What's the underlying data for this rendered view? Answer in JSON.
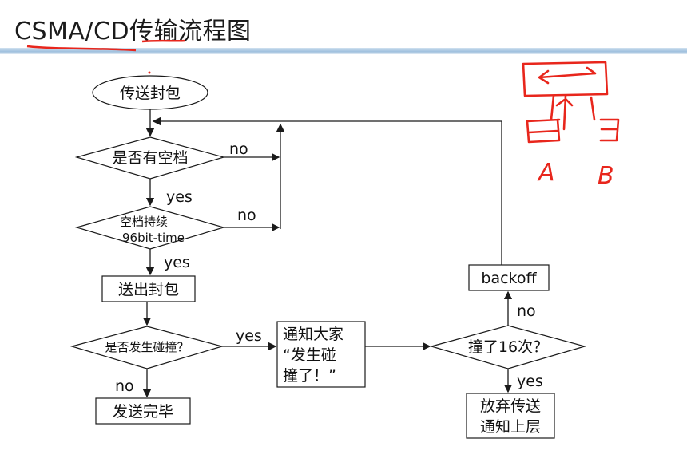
{
  "title": "CSMA/CD传输流程图",
  "colors": {
    "line": "#1a1a1a",
    "annotation_red": "#e8261c",
    "title_bar": "#9fc0de"
  },
  "nodes": {
    "start": "传送封包",
    "idle_check": "是否有空档",
    "idle_96_line1": "空档持续",
    "idle_96_line2": "96bit-time",
    "send": "送出封包",
    "collision_check": "是否发生碰撞？",
    "done": "发送完毕",
    "notify_line1": "通知大家",
    "notify_line2": "“发生碰",
    "notify_line3": "撞了！”",
    "retry_check": "撞了16次？",
    "backoff": "backoff",
    "abort_line1": "放弃传送",
    "abort_line2": "通知上层"
  },
  "edges": {
    "idle_no": "no",
    "idle_yes": "yes",
    "idle96_no": "no",
    "idle96_yes": "yes",
    "collision_yes": "yes",
    "collision_no": "no",
    "retry_no": "no",
    "retry_yes": "yes"
  },
  "annotation": {
    "label_a": "A",
    "label_b": "B"
  }
}
